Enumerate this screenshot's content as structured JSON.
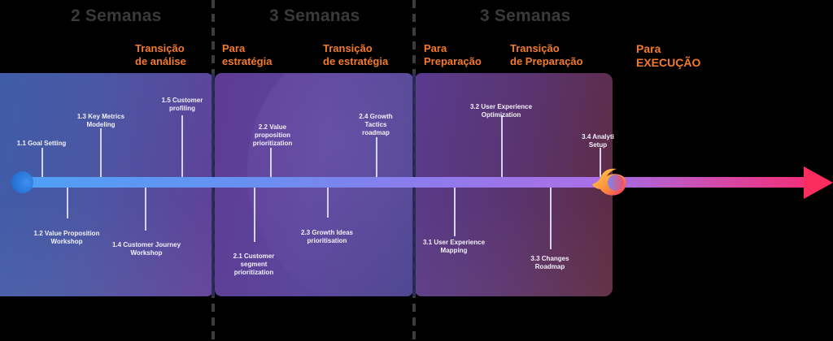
{
  "phases": [
    {
      "title": "2 Semanas"
    },
    {
      "title": "3 Semanas"
    },
    {
      "title": "3 Semanas"
    }
  ],
  "transitions": [
    {
      "text": "Transição\nde análise"
    },
    {
      "text": "Para\nestratégia"
    },
    {
      "text": "Transição\nde estratégia"
    },
    {
      "text": "Para\nPreparação"
    },
    {
      "text": "Transição\nde Preparação"
    },
    {
      "text": "Para\nEXECUÇÃO"
    }
  ],
  "milestones": [
    {
      "id": "1.1",
      "label": "1.1 Goal Setting",
      "position": "above"
    },
    {
      "id": "1.2",
      "label": "1.2 Value Proposition\nWorkshop",
      "position": "below"
    },
    {
      "id": "1.3",
      "label": "1.3 Key Metrics\nModeling",
      "position": "above"
    },
    {
      "id": "1.4",
      "label": "1.4 Customer Journey\nWorkshop",
      "position": "below"
    },
    {
      "id": "1.5",
      "label": "1.5 Customer\nprofiling",
      "position": "above"
    },
    {
      "id": "2.1",
      "label": "2.1 Customer\nsegment\nprioritization",
      "position": "below"
    },
    {
      "id": "2.2",
      "label": "2.2 Value\nproposition\nprioritization",
      "position": "above"
    },
    {
      "id": "2.3",
      "label": "2.3 Growth Ideas\nprioritisation",
      "position": "below"
    },
    {
      "id": "2.4",
      "label": "2.4 Growth\nTactics\nroadmap",
      "position": "above"
    },
    {
      "id": "3.1",
      "label": "3.1 User Experience\nMapping",
      "position": "below"
    },
    {
      "id": "3.2",
      "label": "3.2 User Experience\nOptimization",
      "position": "above"
    },
    {
      "id": "3.3",
      "label": "3.3 Changes\nRoadmap",
      "position": "below"
    },
    {
      "id": "3.4",
      "label": "3.4 Analyti\nSetup",
      "position": "above"
    }
  ],
  "icons": {
    "start": "circle-start-icon",
    "flame": "flame-icon",
    "arrow": "arrow-right-icon"
  },
  "colors": {
    "phase_title": "#3a3a3a",
    "transition_text": "#f47a2a",
    "track_start": "#4fa0f6",
    "track_end": "#f0307a",
    "arrow_head": "#fb2d5f"
  }
}
